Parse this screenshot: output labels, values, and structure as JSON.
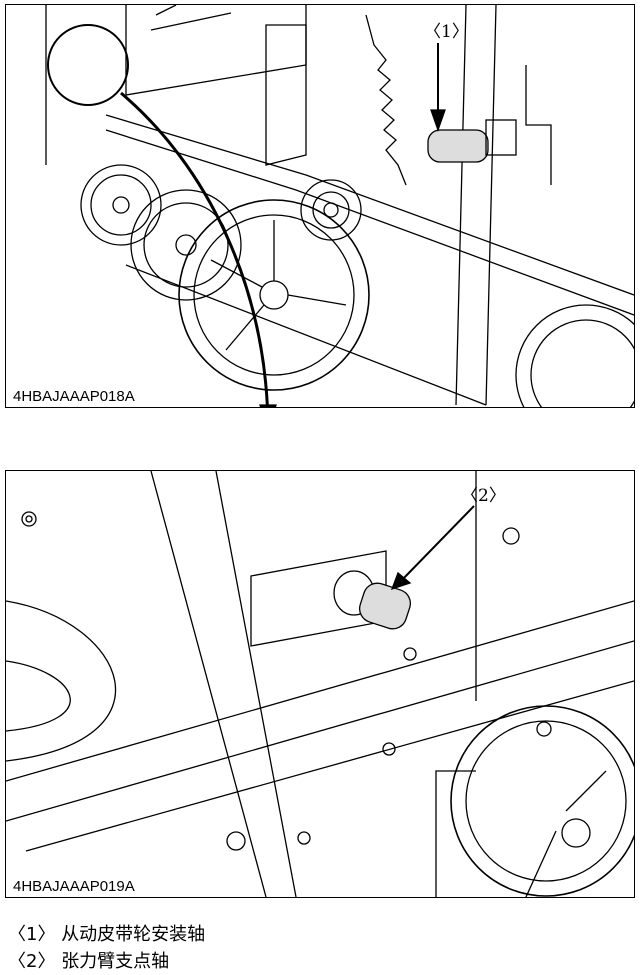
{
  "figures": [
    {
      "code": "4HBAJAAAP018A",
      "callout": "〈1〉"
    },
    {
      "code": "4HBAJAAAP019A",
      "callout": "〈2〉"
    }
  ],
  "legend": [
    {
      "num": "〈1〉",
      "text": "从动皮带轮安装轴"
    },
    {
      "num": "〈2〉",
      "text": "张力臂支点轴"
    }
  ]
}
